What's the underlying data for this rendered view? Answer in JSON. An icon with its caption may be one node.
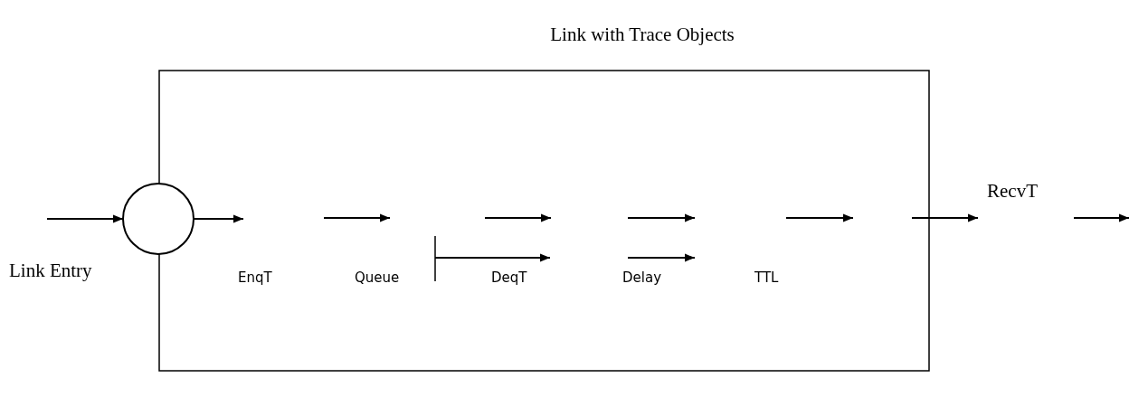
{
  "diagram": {
    "title": "Link with Trace Objects",
    "nodes": [
      {
        "text": [],
        "shape": "box"
      },
      {
        "text": [],
        "shape": "circle"
      }
    ],
    "edges": [
      {
        "from": null,
        "to": 1,
        "arrow": "to"
      },
      {
        "from": 1,
        "to": 0,
        "arrow": "to"
      }
    ],
    "labels": [
      "Link Entry",
      "EnqT",
      "Queue",
      "DeqT",
      "Delay",
      "TTL",
      "RecvT"
    ]
  }
}
